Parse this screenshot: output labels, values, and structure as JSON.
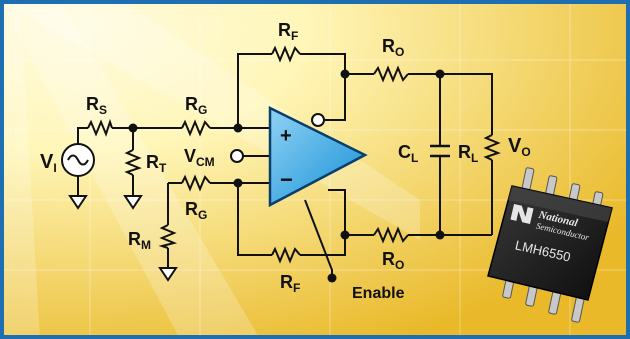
{
  "colors": {
    "background_light": "#fff6b8",
    "background_dark": "#e9b92a",
    "border": "#1d6fb1",
    "wire": "#111111",
    "opamp_fill": "#1790d6",
    "opamp_fill_light": "#8fd2f4",
    "chip_body": "#1b1b1b",
    "chip_leads": "#c8c8c8"
  },
  "labels": {
    "rs": {
      "main": "R",
      "sub": "S"
    },
    "rg_top": {
      "main": "R",
      "sub": "G"
    },
    "rf_top": {
      "main": "R",
      "sub": "F"
    },
    "ro_top": {
      "main": "R",
      "sub": "O"
    },
    "vi": {
      "main": "V",
      "sub": "I"
    },
    "rt": {
      "main": "R",
      "sub": "T"
    },
    "vcm": {
      "main": "V",
      "sub": "CM"
    },
    "cl": {
      "main": "C",
      "sub": "L"
    },
    "rl": {
      "main": "R",
      "sub": "L"
    },
    "vo": {
      "main": "V",
      "sub": "O"
    },
    "rg_bottom": {
      "main": "R",
      "sub": "G"
    },
    "rm": {
      "main": "R",
      "sub": "M"
    },
    "ro_bottom": {
      "main": "R",
      "sub": "O"
    },
    "rf_bottom": {
      "main": "R",
      "sub": "F"
    },
    "enable": "Enable",
    "plus": "+",
    "minus": "−",
    "source_symbol": "~"
  },
  "chip": {
    "brand_line1": "National",
    "brand_line2": "Semiconductor",
    "part_number": "LMH6550"
  }
}
